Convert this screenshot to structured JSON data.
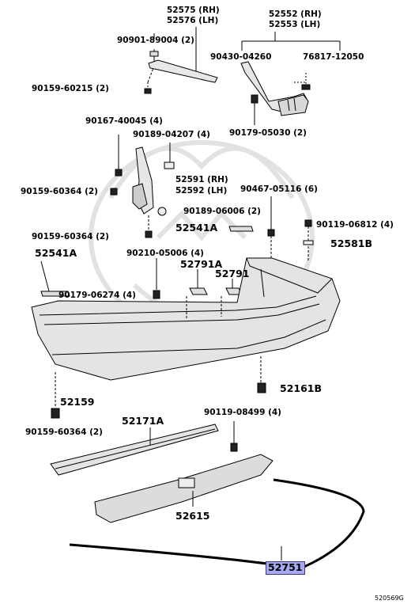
{
  "labels": {
    "p52575": "52575 (RH)",
    "p52576": "52576 (LH)",
    "p90901": "90901-89004 (2)",
    "p90159a": "90159-60215 (2)",
    "p52552": "52552 (RH)",
    "p52553": "52553 (LH)",
    "p90430": "90430-04260",
    "p76817": "76817-12050",
    "p90179a": "90179-05030 (2)",
    "p90167": "90167-40045 (4)",
    "p90189a": "90189-04207 (4)",
    "p52591": "52591 (RH)",
    "p52592": "52592 (LH)",
    "p90159b": "90159-60364 (2)",
    "p90467": "90467-05116 (6)",
    "p90189b": "90189-06006 (2)",
    "p90119a": "90119-06812 (4)",
    "p52541A_a": "52541A",
    "p52581B": "52581B",
    "p90159c": "90159-60364 (2)",
    "p52541A_b": "52541A",
    "p90210": "90210-05006 (4)",
    "p52791A": "52791A",
    "p52791": "52791",
    "p90179b": "90179-06274 (4)",
    "p52161B": "52161B",
    "p52159": "52159",
    "p90159d": "90159-60364 (2)",
    "p52171A": "52171A",
    "p90119b": "90119-08499 (4)",
    "p52615": "52615",
    "p52751": "52751",
    "code": "520569G"
  },
  "colors": {
    "highlight": "#a9a9f2",
    "line": "#000000",
    "part_fill": "#e6e6e6",
    "watermark": "#e2e2e2"
  }
}
